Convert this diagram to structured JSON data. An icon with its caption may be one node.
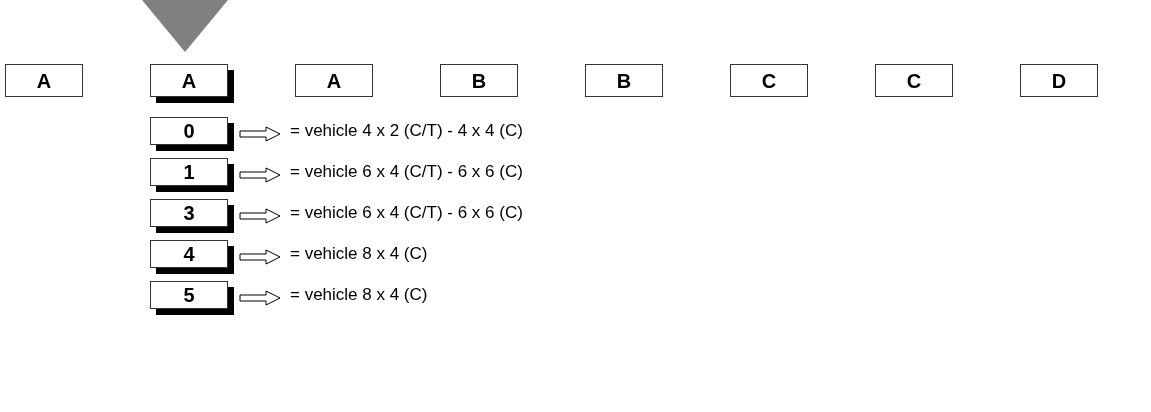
{
  "diagram": {
    "nodes": [
      {
        "text": [],
        "shape": "triangle"
      },
      {
        "text": [
          "A"
        ]
      },
      {
        "text": [
          "A"
        ]
      },
      {
        "text": [
          "A"
        ]
      },
      {
        "text": [
          "B"
        ]
      },
      {
        "text": [
          "B"
        ]
      },
      {
        "text": [
          "C"
        ]
      },
      {
        "text": [
          "C"
        ]
      },
      {
        "text": [
          "D"
        ]
      },
      {
        "text": [
          "0"
        ]
      },
      {
        "text": [
          "= vehicle 4 x 2 (C/T) - 4 x 4 (C)"
        ]
      },
      {
        "text": [
          "1"
        ]
      },
      {
        "text": [
          "= vehicle 6 x 4 (C/T) - 6 x 6 (C)"
        ]
      },
      {
        "text": [
          "3"
        ]
      },
      {
        "text": [
          "= vehicle 6 x 4 (C/T) - 6 x 6 (C)"
        ]
      },
      {
        "text": [
          "4"
        ]
      },
      {
        "text": [
          "= vehicle 8 x 4 (C)"
        ]
      },
      {
        "text": [
          "5"
        ]
      },
      {
        "text": [
          "= vehicle 8 x 4 (C)"
        ]
      }
    ],
    "edges": [
      {
        "from": 9,
        "to": 10,
        "arrow": "to"
      },
      {
        "from": 11,
        "to": 12,
        "arrow": "to"
      },
      {
        "from": 13,
        "to": 14,
        "arrow": "to"
      },
      {
        "from": 15,
        "to": 16,
        "arrow": "to"
      },
      {
        "from": 17,
        "to": 18,
        "arrow": "to"
      }
    ]
  }
}
